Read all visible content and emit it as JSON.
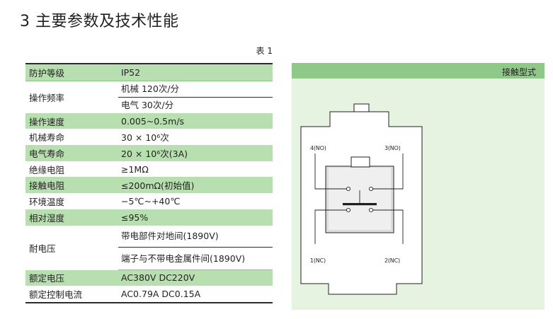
{
  "section_title": "3 主要参数及技术性能",
  "table_caption": "表 1",
  "params": [
    {
      "key": "防护等级",
      "values": [
        "IP52"
      ]
    },
    {
      "key": "操作频率",
      "values": [
        "机械   120次/分",
        "电气   30次/分"
      ]
    },
    {
      "key": "操作速度",
      "values": [
        "0.005~0.5m/s"
      ]
    },
    {
      "key": "机械寿命",
      "values": [
        "30 × 10⁶次"
      ]
    },
    {
      "key": "电气寿命",
      "values": [
        "20 × 10⁶次(3A)"
      ]
    },
    {
      "key": "绝缘电阻",
      "values": [
        "≥1MΩ"
      ]
    },
    {
      "key": "接触电阻",
      "values": [
        "≤200mΩ(初始值)"
      ]
    },
    {
      "key": "环境温度",
      "values": [
        "−5℃~+40℃"
      ]
    },
    {
      "key": "相对湿度",
      "values": [
        "≤95%"
      ]
    },
    {
      "key": "耐电压",
      "values": [
        "带电部件对地间(1890V)",
        "端子与不带电金属件间(1890V)"
      ]
    },
    {
      "key": "额定电压",
      "values": [
        "AC380V   DC220V"
      ]
    },
    {
      "key": "额定控制电流",
      "values": [
        "AC0.79A   DC0.15A"
      ]
    }
  ],
  "contact_panel": {
    "header": "接触型式",
    "terminals": {
      "top_left": "4(NO)",
      "top_right": "3(NO)",
      "bottom_left": "1(NC)",
      "bottom_right": "2(NC)"
    }
  },
  "colors": {
    "row_green": "#b8dfb0",
    "panel_bg": "#e5f3e0",
    "panel_header": "#8fc98a"
  }
}
